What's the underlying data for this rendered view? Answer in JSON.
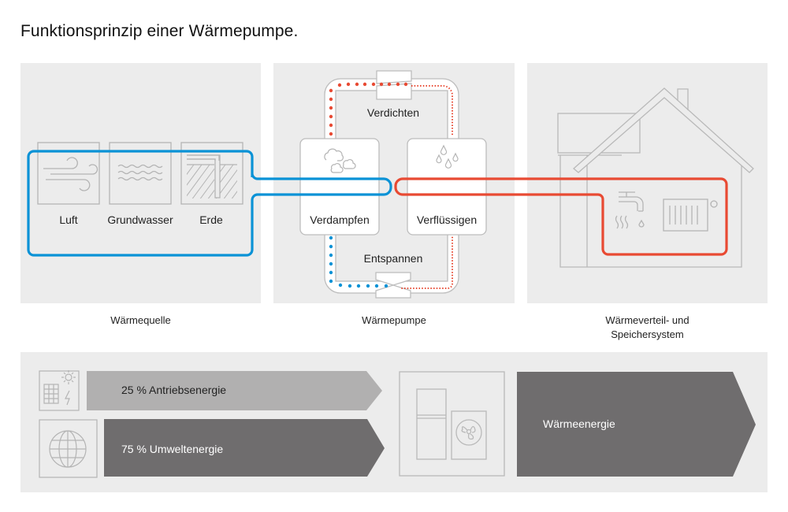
{
  "title": "Funktionsprinzip einer Wärmepumpe.",
  "colors": {
    "cold_loop": "#0a92d6",
    "hot_loop": "#e84a33",
    "panel_bg": "#ececec",
    "icon_stroke": "#b4b4b4",
    "arrow_light": "#b1b0b0",
    "arrow_dark": "#6f6d6e"
  },
  "heat_source": {
    "caption": "Wärmequelle",
    "items": [
      {
        "label": "Luft",
        "icon": "wind-icon"
      },
      {
        "label": "Grundwasser",
        "icon": "water-waves-icon"
      },
      {
        "label": "Erde",
        "icon": "ground-probe-icon"
      }
    ]
  },
  "heat_pump": {
    "caption": "Wärmepumpe",
    "steps": {
      "compress": "Verdichten",
      "evaporate": "Verdampfen",
      "condense": "Verflüssigen",
      "expand": "Entspannen"
    },
    "icons": {
      "evaporate": "clouds-icon",
      "condense": "droplets-icon",
      "compressor": "compressor-icon",
      "expansion_valve": "expansion-valve-icon"
    }
  },
  "distribution": {
    "caption_line1": "Wärmeverteil- und",
    "caption_line2": "Speichersystem",
    "icons": [
      "house-icon",
      "faucet-icon",
      "radiator-icon"
    ]
  },
  "energy_balance": {
    "inputs": [
      {
        "label": "25 % Antriebsenergie",
        "percent": 25,
        "icon": "solar-electricity-icon"
      },
      {
        "label": "75 % Umweltenergie",
        "percent": 75,
        "icon": "globe-icon"
      }
    ],
    "device_icon": "heat-pump-unit-icon",
    "output": {
      "label": "Wärmeenergie"
    }
  }
}
